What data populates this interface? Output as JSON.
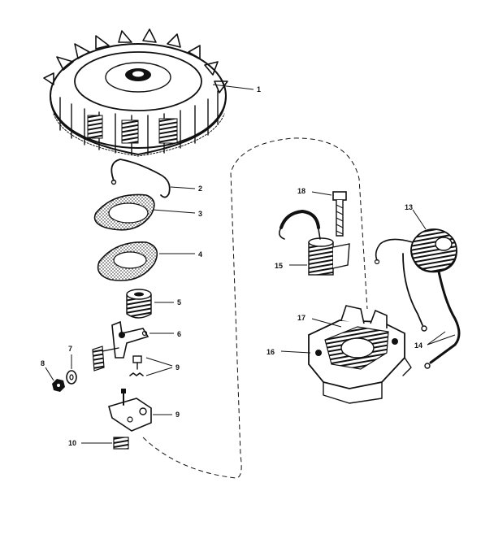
{
  "diagram": {
    "callouts": [
      {
        "id": "c1",
        "label": "1"
      },
      {
        "id": "c2",
        "label": "2"
      },
      {
        "id": "c3",
        "label": "3"
      },
      {
        "id": "c4",
        "label": "4"
      },
      {
        "id": "c5",
        "label": "5"
      },
      {
        "id": "c6",
        "label": "6"
      },
      {
        "id": "c7",
        "label": "7"
      },
      {
        "id": "c8",
        "label": "8"
      },
      {
        "id": "c9a",
        "label": "9"
      },
      {
        "id": "c9b",
        "label": "9"
      },
      {
        "id": "c10",
        "label": "10"
      },
      {
        "id": "c13",
        "label": "13"
      },
      {
        "id": "c14",
        "label": "14"
      },
      {
        "id": "c15",
        "label": "15"
      },
      {
        "id": "c16",
        "label": "16"
      },
      {
        "id": "c17",
        "label": "17"
      },
      {
        "id": "c18",
        "label": "18"
      }
    ]
  }
}
